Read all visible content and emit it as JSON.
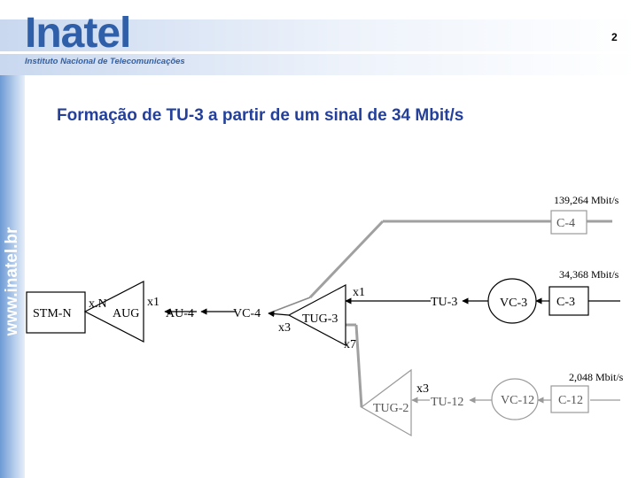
{
  "header": {
    "logo_text": "Inatel",
    "logo_subtitle": "Instituto Nacional de Telecomunicações",
    "page_number": "2",
    "side_url": "www.inatel.br"
  },
  "slide": {
    "title": "Formação de TU-3 a partir de um sinal de 34 Mbit/s"
  },
  "diagram": {
    "stm_n": "STM-N",
    "aug": "AUG",
    "au4": "AU-4",
    "vc4": "VC-4",
    "tug3": "TUG-3",
    "tu3": "TU-3",
    "vc3": "VC-3",
    "c3": "C-3",
    "c4": "C-4",
    "tug2": "TUG-2",
    "tu12": "TU-12",
    "vc12": "VC-12",
    "c12": "C-12",
    "mult_xn": "x.N",
    "mult_x1_a": "x1",
    "mult_x3_a": "x3",
    "mult_x1_b": "x1",
    "mult_x7": "x7",
    "mult_x3_b": "x3",
    "rate_c4": "139,264 Mbit/s",
    "rate_c3": "34,368 Mbit/s",
    "rate_c12": "2,048 Mbit/s"
  },
  "colors": {
    "brand_blue": "#2f5fa8",
    "title_blue": "#24409a",
    "grey_line": "#9a9a9a"
  }
}
